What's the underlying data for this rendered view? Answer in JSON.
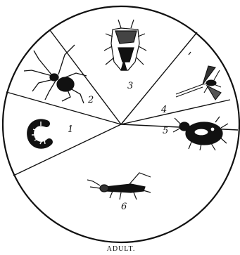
{
  "caption": "ADULT.",
  "colors": {
    "ink": "#111111",
    "paper": "#ffffff"
  },
  "segments": [
    {
      "number": "1",
      "icon": "caterpillar-icon"
    },
    {
      "number": "2",
      "icon": "spider-icon"
    },
    {
      "number": "3",
      "icon": "shield-bug-icon"
    },
    {
      "number": "4",
      "icon": "mayfly-icon"
    },
    {
      "number": "5",
      "icon": "beetle-icon"
    },
    {
      "number": "6",
      "icon": "cricket-icon"
    }
  ]
}
